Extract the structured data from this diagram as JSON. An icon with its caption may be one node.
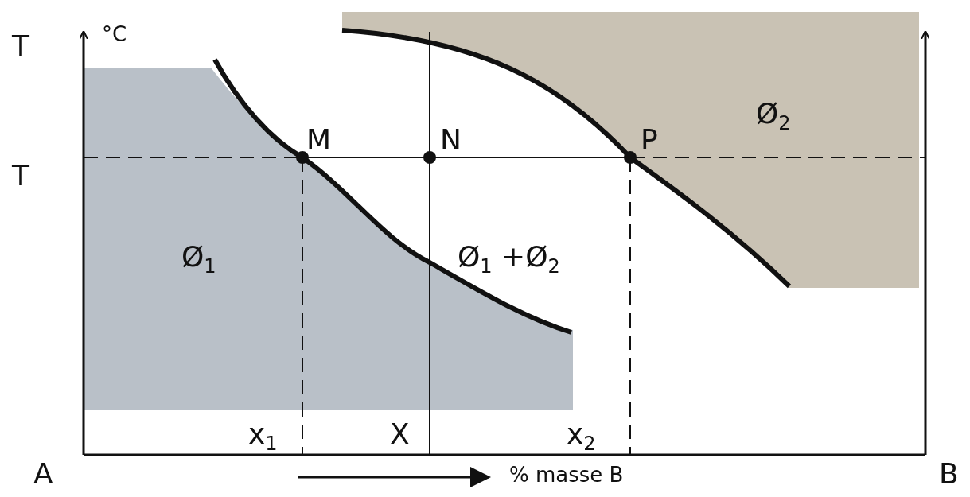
{
  "diagram": {
    "labels": [
      "T",
      "°C",
      "M",
      "N",
      "P",
      "Ø$_{2}$",
      "T",
      "Ø$_{1}$",
      "Ø$_{1}$ +Ø$_{2}$",
      "x$_{1}$",
      "X",
      "x$_{2}$",
      "A",
      "% masse B",
      "B"
    ]
  }
}
